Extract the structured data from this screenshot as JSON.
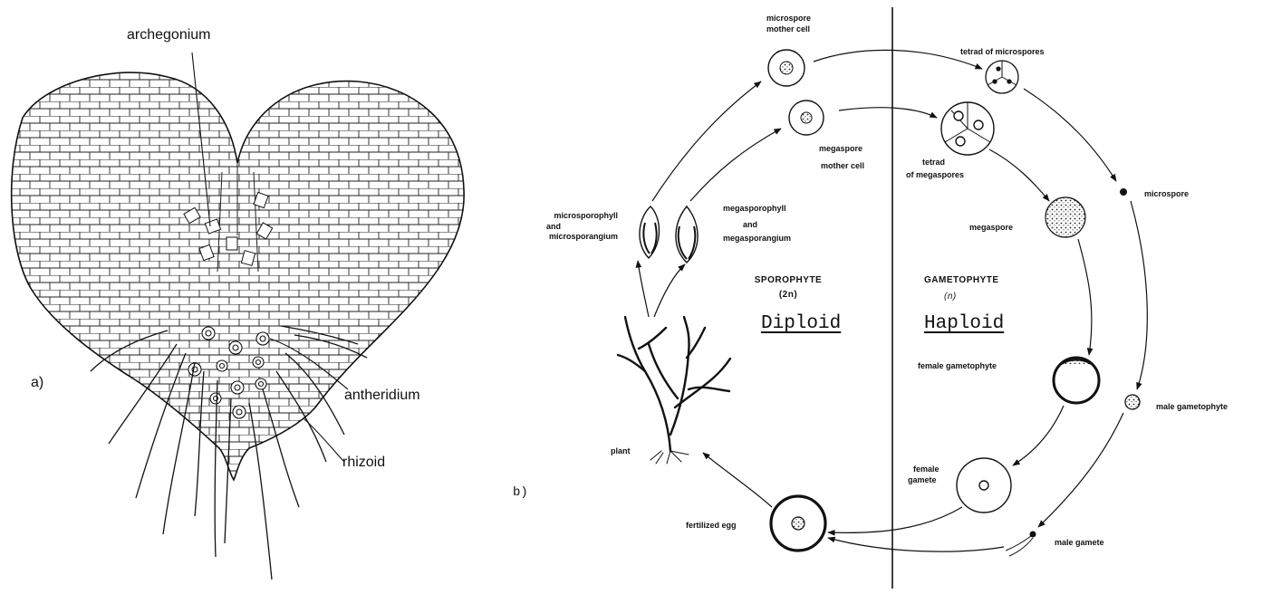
{
  "panel_a": {
    "letter": "a)",
    "labels": {
      "archegonium": "archegonium",
      "antheridium": "antheridium",
      "rhizoid": "rhizoid"
    }
  },
  "panel_b": {
    "letter": "b)",
    "sporophyte": {
      "title": "SPOROPHYTE",
      "ploidy": "(2n)",
      "word": "Diploid"
    },
    "gametophyte": {
      "title": "GAMETOPHYTE",
      "ploidy": "(n)",
      "word": "Haploid"
    },
    "labels": {
      "microspore_mother_cell_1": "microspore",
      "microspore_mother_cell_2": "mother cell",
      "megaspore_mother_cell_1": "megaspore",
      "megaspore_mother_cell_2": "mother cell",
      "tetrad_microspores": "tetrad of microspores",
      "tetrad_megaspores_1": "tetrad",
      "tetrad_megaspores_2": "of megaspores",
      "microsporophyll_1": "microsporophyll",
      "microsporophyll_2": "and",
      "microsporophyll_3": "microsporangium",
      "megasporophyll_1": "megasporophyll",
      "megasporophyll_2": "and",
      "megasporophyll_3": "megasporangium",
      "microspore": "microspore",
      "megaspore": "megaspore",
      "female_gametophyte": "female gametophyte",
      "male_gametophyte": "male gametophyte",
      "female_gamete_1": "female",
      "female_gamete_2": "gamete",
      "male_gamete": "male gamete",
      "fertilized_egg": "fertilized egg",
      "plant": "plant"
    }
  }
}
